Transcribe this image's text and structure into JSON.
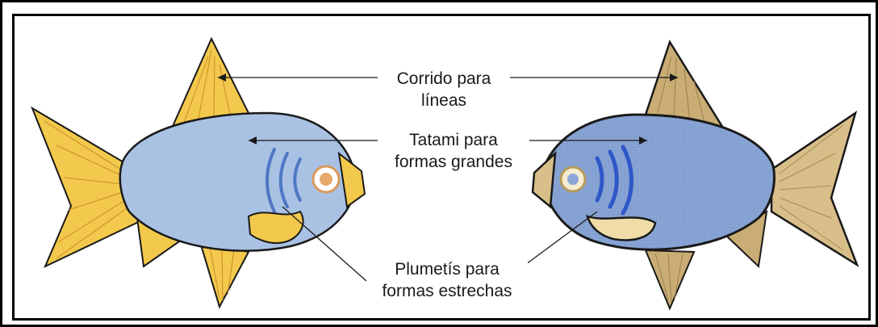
{
  "labels": {
    "running_stitch": {
      "line1": "Corrido para",
      "line2": "líneas"
    },
    "tatami_stitch": {
      "line1": "Tatami para",
      "line2": "formas grandes"
    },
    "satin_stitch": {
      "line1": "Plumetís para",
      "line2": "formas estrechas"
    }
  },
  "colors": {
    "fin_left": "#f2c94c",
    "fin_right": "#c9ad74",
    "body_left": "#a9c1e3",
    "body_right": "#8aa6d6",
    "gill": "#4f77c4",
    "outline": "#1a1a1a"
  }
}
